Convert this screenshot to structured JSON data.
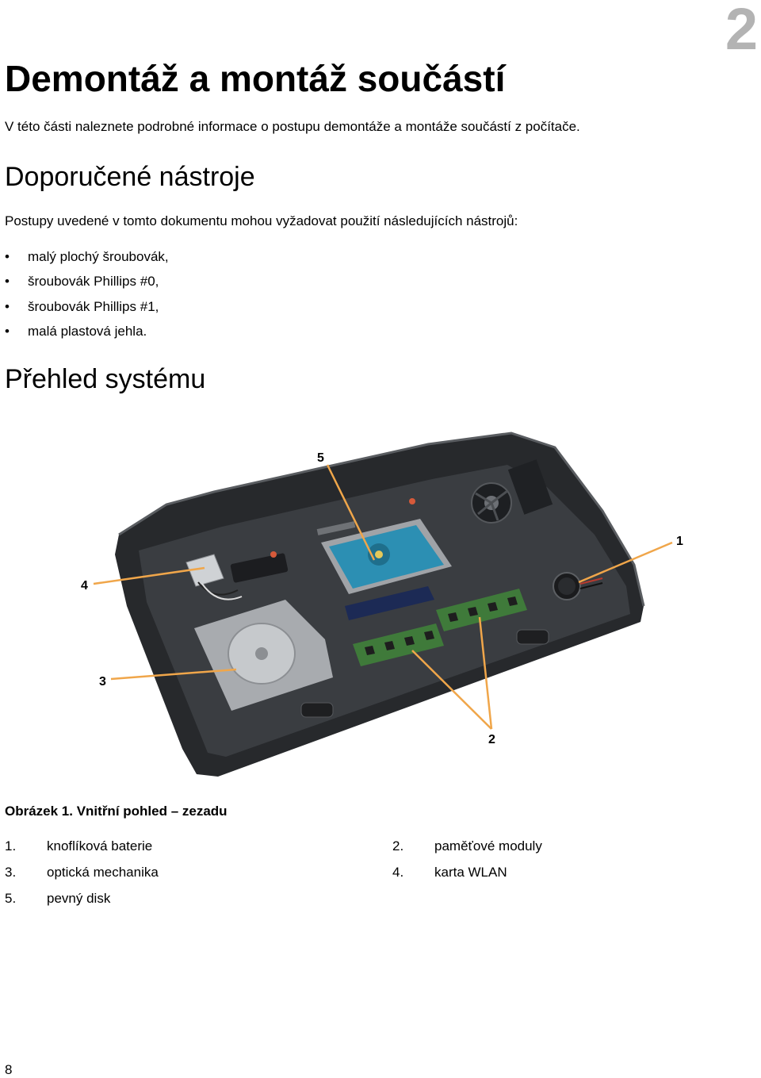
{
  "page": {
    "chapter_number": "2",
    "title": "Demontáž a montáž součástí",
    "intro": "V této části naleznete podrobné informace o postupu demontáže a montáže součástí z počítače.",
    "page_number": "8"
  },
  "tools_section": {
    "heading": "Doporučené nástroje",
    "paragraph": "Postupy uvedené v tomto dokumentu mohou vyžadovat použití následujících nástrojů:",
    "items": [
      "malý plochý šroubovák,",
      "šroubovák Phillips #0,",
      "šroubovák Phillips #1,",
      "malá plastová jehla."
    ]
  },
  "system_section": {
    "heading": "Přehled systému",
    "figure": {
      "callouts": [
        "1",
        "2",
        "3",
        "4",
        "5"
      ],
      "caption": "Obrázek 1. Vnitřní pohled – zezadu"
    },
    "legend": [
      {
        "num": "1.",
        "label": "knoflíková baterie"
      },
      {
        "num": "2.",
        "label": "paměťové moduly"
      },
      {
        "num": "3.",
        "label": "optická mechanika"
      },
      {
        "num": "4.",
        "label": "karta WLAN"
      },
      {
        "num": "5.",
        "label": "pevný disk"
      }
    ]
  },
  "colors": {
    "chapter_number": "#b3b3b3",
    "callout_line": "#f0a64a",
    "chassis": "#2e3033",
    "hdd": "#2c8fb3",
    "ram_pcb": "#3f7a3a"
  }
}
